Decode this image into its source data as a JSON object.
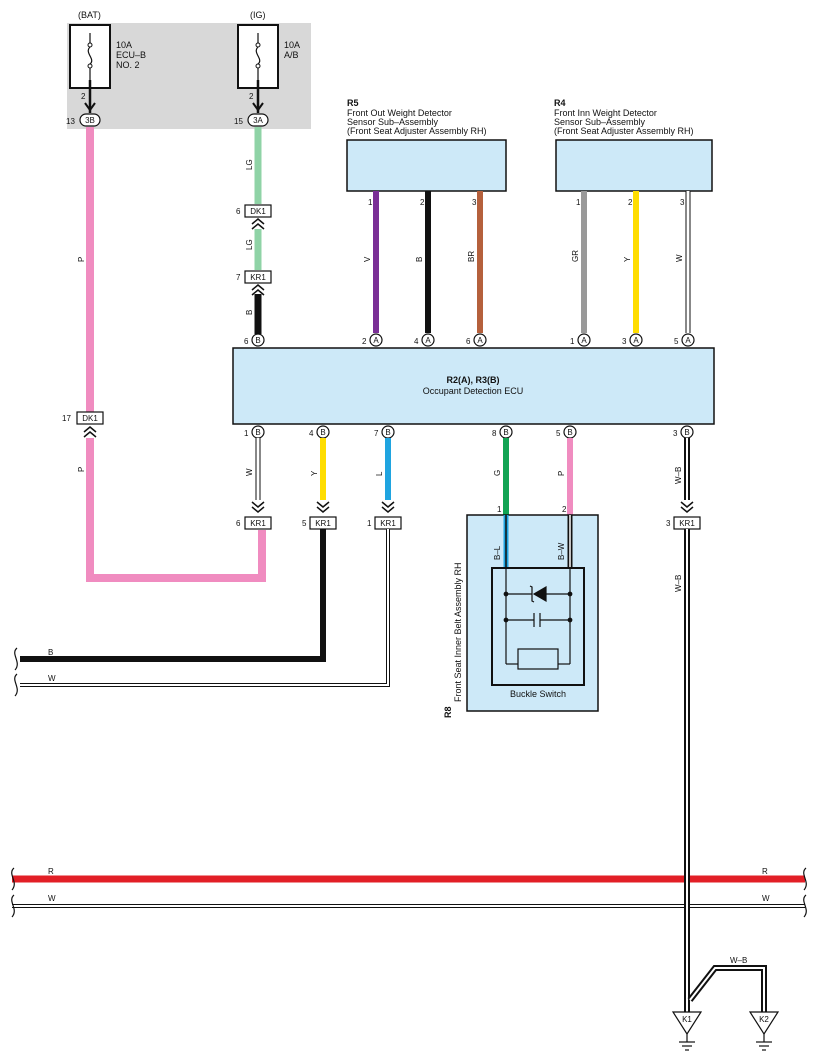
{
  "colors": {
    "pink": "#f08cc0",
    "light_green": "#8fd3a6",
    "black": "#111111",
    "purple": "#7a2f96",
    "brown": "#b5603c",
    "gray": "#999999",
    "yellow": "#ffdd00",
    "blue": "#1fa4e0",
    "green": "#12a454",
    "red": "#e21f26",
    "component_fill": "#cde9f8",
    "fuse_panel": "#d8d8d8"
  },
  "fuses": {
    "bat": {
      "source": "(BAT)",
      "rating": "10A",
      "name1": "ECU–B",
      "name2": "NO. 2",
      "pin_top": "2",
      "pin_num": "13",
      "conn": "3B"
    },
    "ig": {
      "source": "(IG)",
      "rating": "10A",
      "name1": "A/B",
      "pin_top": "2",
      "pin_num": "15",
      "conn": "3A"
    }
  },
  "components": {
    "r5": {
      "code": "R5",
      "line1": "Front Out Weight Detector",
      "line2": "Sensor Sub–Assembly",
      "line3": "(Front Seat Adjuster Assembly RH)",
      "pins": [
        "1",
        "2",
        "3"
      ],
      "wires": [
        "V",
        "B",
        "BR"
      ]
    },
    "r4": {
      "code": "R4",
      "line1": "Front Inn Weight Detector",
      "line2": "Sensor Sub–Assembly",
      "line3": "(Front Seat Adjuster Assembly RH)",
      "pins": [
        "1",
        "2",
        "3"
      ],
      "wires": [
        "GR",
        "Y",
        "W"
      ]
    },
    "ecu": {
      "code": "R2(A), R3(B)",
      "name": "Occupant Detection ECU",
      "top_pins": [
        {
          "num": "6",
          "conn": "B"
        },
        {
          "num": "2",
          "conn": "A"
        },
        {
          "num": "4",
          "conn": "A"
        },
        {
          "num": "6",
          "conn": "A"
        },
        {
          "num": "1",
          "conn": "A"
        },
        {
          "num": "3",
          "conn": "A"
        },
        {
          "num": "5",
          "conn": "A"
        }
      ],
      "bottom_pins": [
        {
          "num": "1",
          "conn": "B"
        },
        {
          "num": "4",
          "conn": "B"
        },
        {
          "num": "7",
          "conn": "B"
        },
        {
          "num": "8",
          "conn": "B"
        },
        {
          "num": "5",
          "conn": "B"
        },
        {
          "num": "3",
          "conn": "B"
        }
      ]
    },
    "r8": {
      "code": "R8",
      "name": "Front Seat Inner Belt Assembly RH",
      "pins": [
        "1",
        "2"
      ],
      "wires": [
        "B–L",
        "B–W"
      ],
      "switch": "Buckle Switch"
    }
  },
  "wire_labels": {
    "bat_p": "P",
    "bat_p2": "P",
    "ig_lg": "LG",
    "ig_lg2": "LG",
    "ig_b": "B",
    "b1_w": "W",
    "b4_y": "Y",
    "b7_l": "L",
    "b8_g": "G",
    "b5_p": "P",
    "b3_wb": "W–B",
    "kr1_wb": "W–B",
    "bus_b": "B",
    "bus_w": "W",
    "bus_r": "R",
    "bus_w2": "W",
    "bus_r_right": "R",
    "bus_w2_right": "W",
    "ground_wb": "W–B"
  },
  "connectors": {
    "dk1_ig": {
      "pin": "6",
      "name": "DK1"
    },
    "kr1_ig": {
      "pin": "7",
      "name": "KR1"
    },
    "dk1_bat": {
      "pin": "17",
      "name": "DK1"
    },
    "kr1_a": {
      "pin": "6",
      "name": "KR1"
    },
    "kr1_b": {
      "pin": "5",
      "name": "KR1"
    },
    "kr1_c": {
      "pin": "1",
      "name": "KR1"
    },
    "kr1_d": {
      "pin": "3",
      "name": "KR1"
    }
  },
  "grounds": [
    "K1",
    "K2"
  ]
}
